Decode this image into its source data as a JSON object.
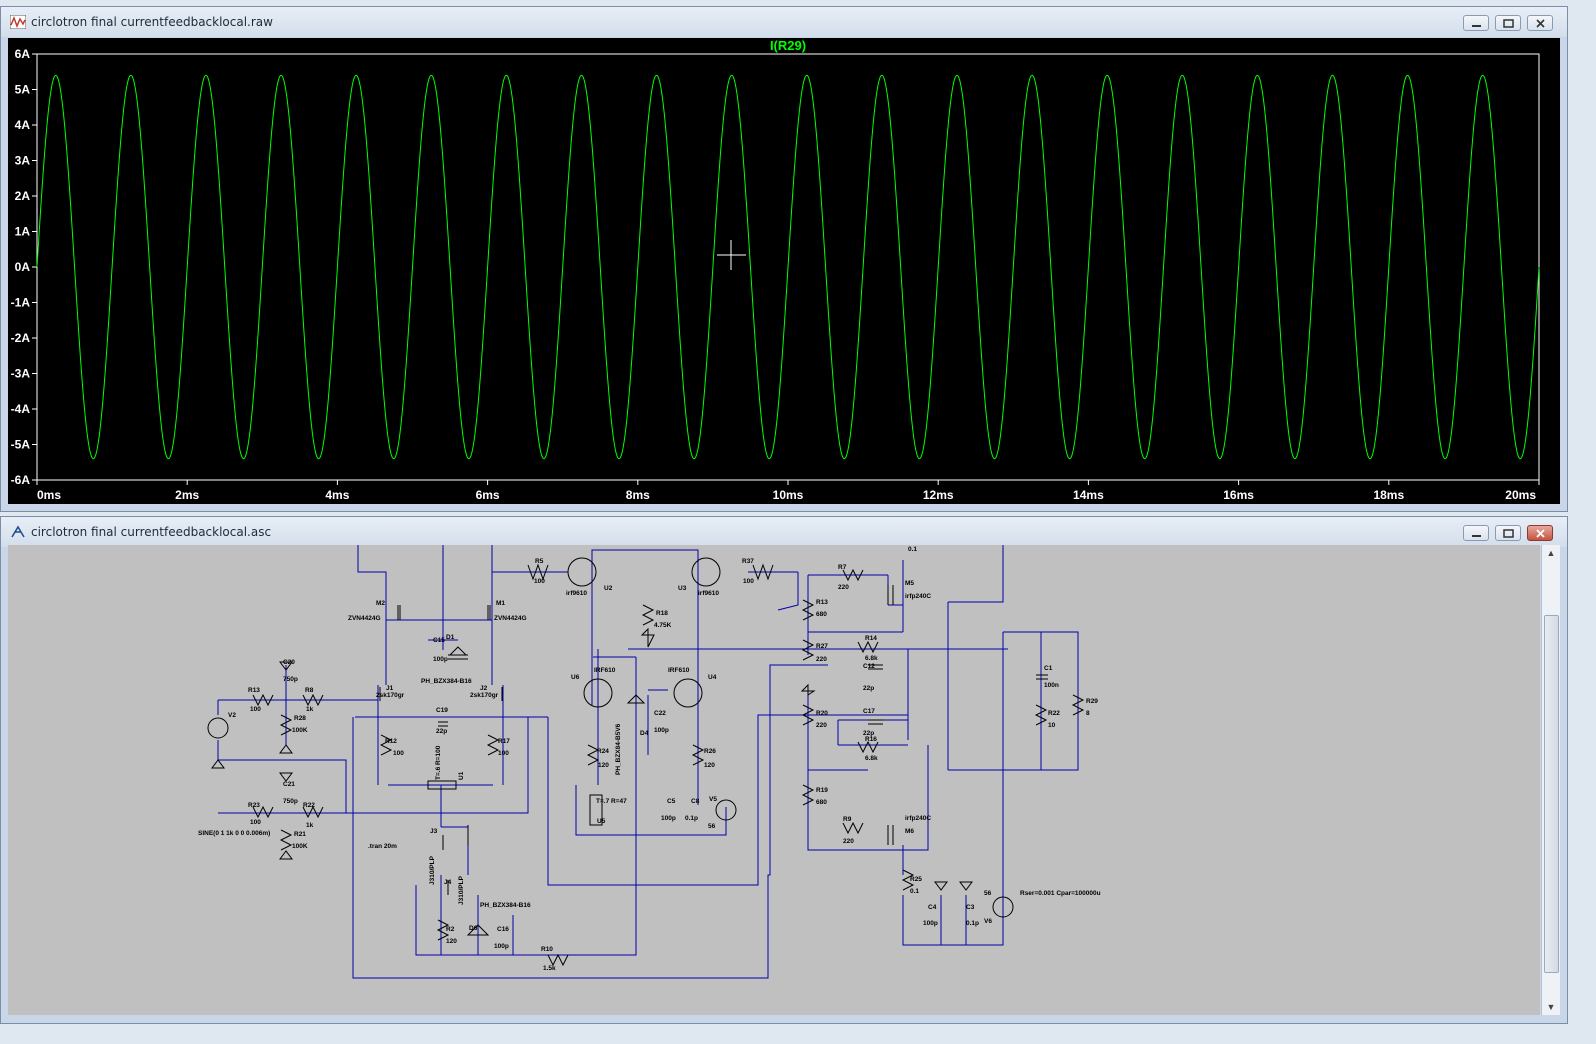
{
  "waveform_window": {
    "title": "circlotron final currentfeedbacklocal.raw",
    "trace_label": "I(R29)",
    "trace_color": "#00ff00",
    "y_ticks": [
      "6A",
      "5A",
      "4A",
      "3A",
      "2A",
      "1A",
      "0A",
      "-1A",
      "-2A",
      "-3A",
      "-4A",
      "-5A",
      "-6A"
    ],
    "x_ticks": [
      "0ms",
      "2ms",
      "4ms",
      "6ms",
      "8ms",
      "10ms",
      "12ms",
      "14ms",
      "16ms",
      "18ms",
      "20ms"
    ]
  },
  "chart_data": {
    "type": "line",
    "title": "I(R29)",
    "xlabel": "",
    "ylabel": "",
    "xlim": [
      0,
      20
    ],
    "ylim": [
      -6,
      6
    ],
    "x_unit": "ms",
    "y_unit": "A",
    "grid": false,
    "series": [
      {
        "name": "I(R29)",
        "amplitude": 5.4,
        "frequency_khz": 1,
        "offset": 0,
        "color": "#00ff00"
      }
    ]
  },
  "schematic_window": {
    "title": "circlotron final currentfeedbacklocal.asc",
    "wire_color": "#0000aa",
    "labels": {
      "m2": "M2",
      "m2v": "ZVN4424G",
      "m1": "M1",
      "m1v": "ZVN4424G",
      "r5": "R5",
      "r5v": "100",
      "u2": "U2",
      "u2v": "irf9610",
      "u3": "U3",
      "u3v": "irf9610",
      "r37": "R37",
      "r37v": "100",
      "r7": "R7",
      "r7v": "220",
      "m5": "M5",
      "m5v": "irfp240C",
      "r18": "R18",
      "r18v": "4.75K",
      "r13": "R13",
      "r13v": "680",
      "r14": "R14",
      "r14v": "6.8k",
      "r27": "R27",
      "r27v": "220",
      "c12": "C12",
      "c12v": "22p",
      "c15": "C15",
      "c15v": "100p",
      "d1": "D1",
      "zener1": "PH_BZX384-B16",
      "c20": "C20",
      "c20v": "750p",
      "r13b": "R13",
      "r13bv": "100",
      "r8": "R8",
      "r8v": "1k",
      "j1": "J1",
      "j1v": "2sk170gr",
      "j2": "J2",
      "j2v": "2sk170gr",
      "v2": "V2",
      "r28": "R28",
      "r28v": "100K",
      "c19": "C19",
      "c19v": "22p",
      "r12": "R12",
      "r12v": "100",
      "r17": "R17",
      "r17v": "100",
      "u6": "U6",
      "u6v": "IRF610",
      "u4": "U4",
      "u4v": "IRF610",
      "c22": "C22",
      "c22v": "100p",
      "d4": "D4",
      "zener2": "PH_BZX84-B5V6",
      "r24": "R24",
      "r24v": "120",
      "r26": "R26",
      "r26v": "120",
      "r20": "R20",
      "r20v": "220",
      "c17": "C17",
      "c17v": "22p",
      "r16": "R16",
      "r16v": "6.8k",
      "c1": "C1",
      "c1v": "100n",
      "r22": "R22",
      "r22v": "10",
      "r29": "R29",
      "r29v": "8",
      "u1": "U1",
      "u1p": "T=.6 R=100",
      "c21": "C21",
      "c21v": "750p",
      "r23": "R23",
      "r23v": "100",
      "r22b": "R22",
      "r22bv": "1k",
      "r21": "R21",
      "r21v": "100K",
      "sine": "SINE(0 1 1k 0 0 0.006m)",
      "tran": ".tran 20m",
      "j3": "J3",
      "j3v": "J310/PLP",
      "j4": "J4",
      "j4v": "J310/PLP",
      "zener3": "PH_BZX384-B16",
      "u5p": "T=.7 R=47",
      "u5": "U5",
      "c5": "C5",
      "c5v": "100p",
      "c8": "C8",
      "c8v": "0.1p",
      "v5": "V5",
      "v5v": "56",
      "r19": "R19",
      "r19v": "680",
      "r9": "R9",
      "r9v": "220",
      "m6": "M6",
      "m6v": "irfp240C",
      "r2": "R2",
      "r2v": "120",
      "d6": "D6",
      "c16": "C16",
      "c16v": "100p",
      "r10": "R10",
      "r10v": "1.5k",
      "r25": "R25",
      "r25v": "0.1",
      "r25top": "0.1",
      "c4": "C4",
      "c4v": "100p",
      "c3": "C3",
      "c3v": "0.1p",
      "v6": "V6",
      "v6v": "56",
      "rser": "Rser=0.001 Cpar=100000u"
    }
  }
}
